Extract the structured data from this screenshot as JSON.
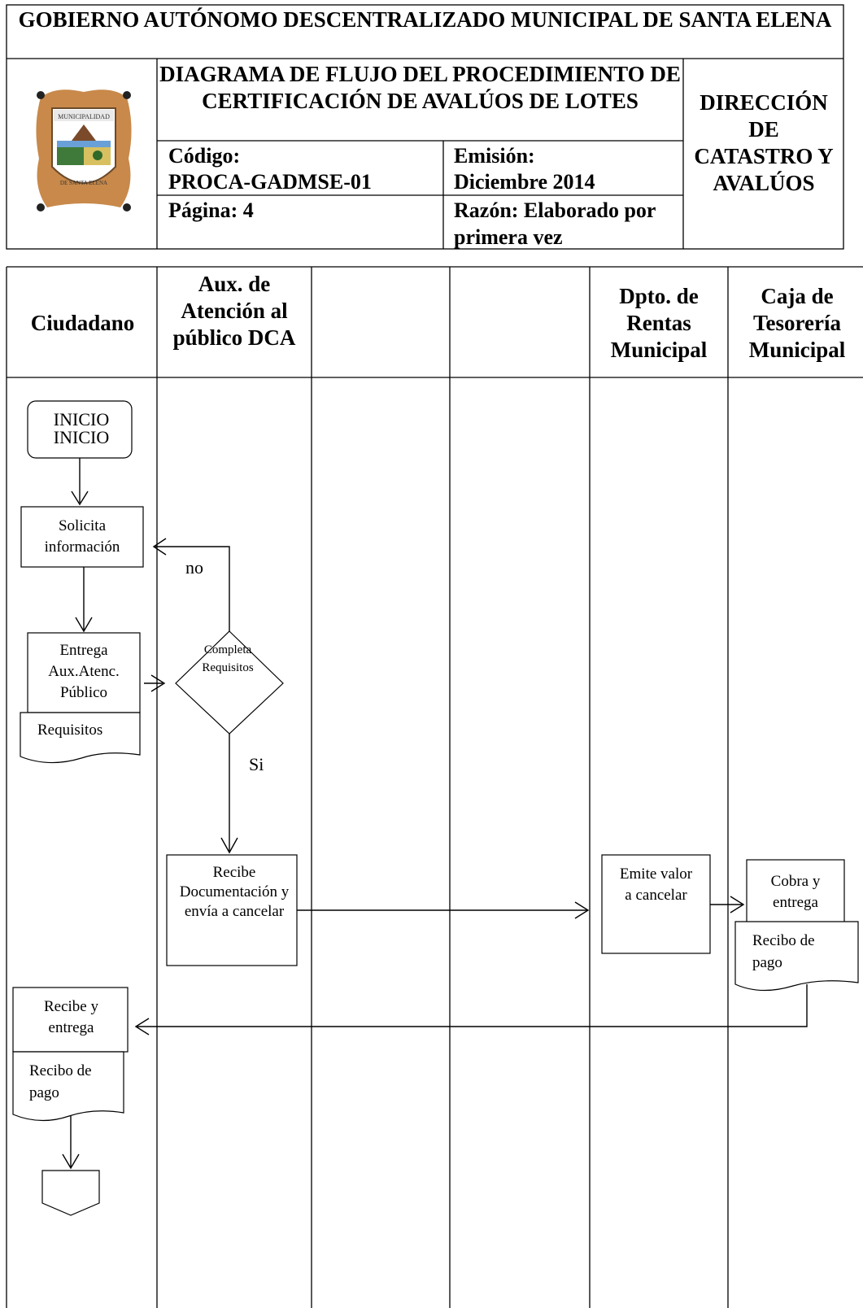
{
  "header": {
    "org_title": "GOBIERNO AUTÓNOMO DESCENTRALIZADO MUNICIPAL DE SANTA ELENA",
    "doc_title": "DIAGRAMA DE FLUJO DEL PROCEDIMIENTO  DE CERTIFICACIÓN DE AVALÚOS DE LOTES",
    "code_label": "Código:",
    "code_value": "PROCA-GADMSE-01",
    "emission_label": "Emisión:",
    "emission_value": "Diciembre 2014",
    "page_label": "Página: 4",
    "reason_label": "Razón: Elaborado por primera vez",
    "direction": "DIRECCIÓN DE CATASTRO Y AVALÚOS",
    "logo": {
      "icon": "municipal-seal-icon",
      "text_top": "MUNICIPALIDAD",
      "text_bottom": "DE SANTA ELENA",
      "color": "#c8894a"
    }
  },
  "lanes": [
    {
      "label": "Ciudadano"
    },
    {
      "label": "Aux. de Atención al público DCA"
    },
    {
      "label": ""
    },
    {
      "label": ""
    },
    {
      "label": "Dpto. de Rentas Municipal"
    },
    {
      "label": "Caja de Tesorería Municipal"
    }
  ],
  "nodes": {
    "inicio": "INICIO INICIO",
    "solicita": "Solicita información",
    "entrega": "Entrega Aux.Atenc. Público",
    "requisitos": "Requisitos",
    "decision": "Completa Requisitos",
    "no_label": "no",
    "si_label": "Si",
    "recibe_doc": "Recibe Documentación y envía a cancelar",
    "emite": "Emite valor a cancelar",
    "cobra": "Cobra y entrega",
    "recibo_caja": "Recibo de pago",
    "recibe_entrega": "Recibe y entrega",
    "recibo_ciudadano": "Recibo de pago"
  }
}
